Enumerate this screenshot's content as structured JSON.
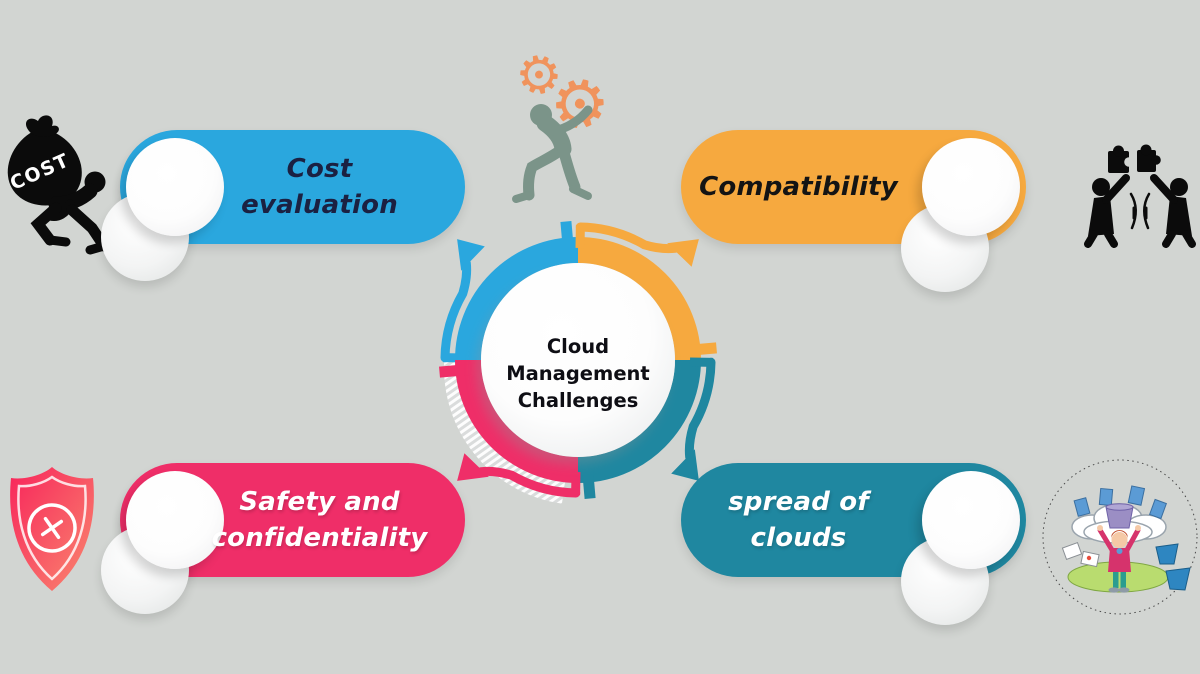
{
  "background_color": "#D2D5D2",
  "center": {
    "line1": "Cloud Management",
    "line2": "Challenges",
    "arc_colors": {
      "top_left": "#2AA7DE",
      "top_right": "#F6A93F",
      "bottom_right": "#1F87A0",
      "bottom_left": "#EF2E68"
    }
  },
  "pills": [
    {
      "id": "cost-evaluation",
      "lines": [
        "Cost",
        "evaluation"
      ],
      "color": "#2AA7DE",
      "text_color": "#1B2142",
      "circle_side": "left",
      "position": "top-left"
    },
    {
      "id": "compatibility",
      "lines": [
        "Compatibility"
      ],
      "color": "#F6A93F",
      "text_color": "#141414",
      "circle_side": "right",
      "position": "top-right"
    },
    {
      "id": "safety-and-confidentiality",
      "lines": [
        "Safety and",
        "confidentiality"
      ],
      "color": "#EF2E68",
      "text_color": "#FFFFFF",
      "circle_side": "left",
      "position": "bottom-left"
    },
    {
      "id": "spread-of-clouds",
      "lines": [
        "spread of",
        "clouds"
      ],
      "color": "#1F87A0",
      "text_color": "#FFFFFF",
      "circle_side": "right",
      "position": "bottom-right"
    }
  ],
  "icons": {
    "cost_bag": {
      "name": "cost-bag-icon",
      "label": "COST",
      "color": "#0B0B0B"
    },
    "gears_person": {
      "name": "gears-person-icon",
      "person_color": "#7B9489",
      "gear_color": "#F0935C"
    },
    "people_puzzle": {
      "name": "people-puzzle-icon",
      "color": "#0B0B0B"
    },
    "shield": {
      "name": "shield-x-icon",
      "gradient_start": "#F8255B",
      "gradient_end": "#F9886F"
    },
    "cloud_spread": {
      "name": "cloud-spread-illustration"
    }
  }
}
